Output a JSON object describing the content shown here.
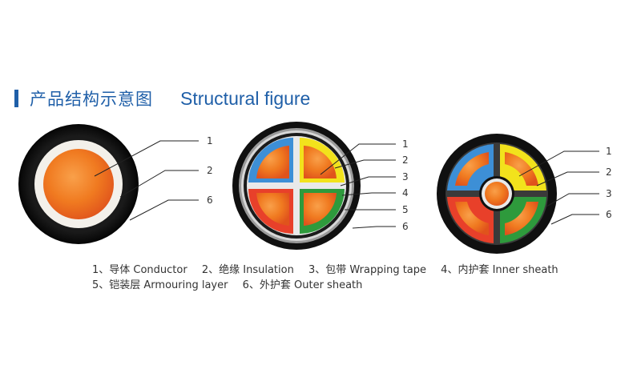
{
  "heading": {
    "title_cn": "产品结构示意图",
    "title_en": "Structural figure"
  },
  "colors": {
    "heading": "#1f5fa8",
    "outer_sheath": "#111111",
    "insulation_single": "#f3f0ea",
    "conductor": "#f07a20",
    "conductor_core": "#e8491d",
    "armour": "#bdbdbd",
    "phase_blue": "#3d8fd6",
    "phase_yellow": "#f2e21c",
    "phase_red": "#e8402a",
    "phase_green": "#2e9a3c"
  },
  "diagrams": [
    {
      "name": "single-core",
      "callouts": [
        "1",
        "2",
        "6"
      ]
    },
    {
      "name": "four-core-armoured",
      "callouts": [
        "1",
        "2",
        "3",
        "4",
        "5",
        "6"
      ]
    },
    {
      "name": "four-core-sector",
      "callouts": [
        "1",
        "2",
        "3",
        "6"
      ]
    }
  ],
  "legend": {
    "row1": [
      "1、导体 Conductor",
      "2、绝缘 Insulation",
      "3、包带 Wrapping tape",
      "4、内护套 Inner sheath"
    ],
    "row2": [
      "5、铠装层 Armouring layer",
      "6、外护套 Outer sheath"
    ]
  }
}
